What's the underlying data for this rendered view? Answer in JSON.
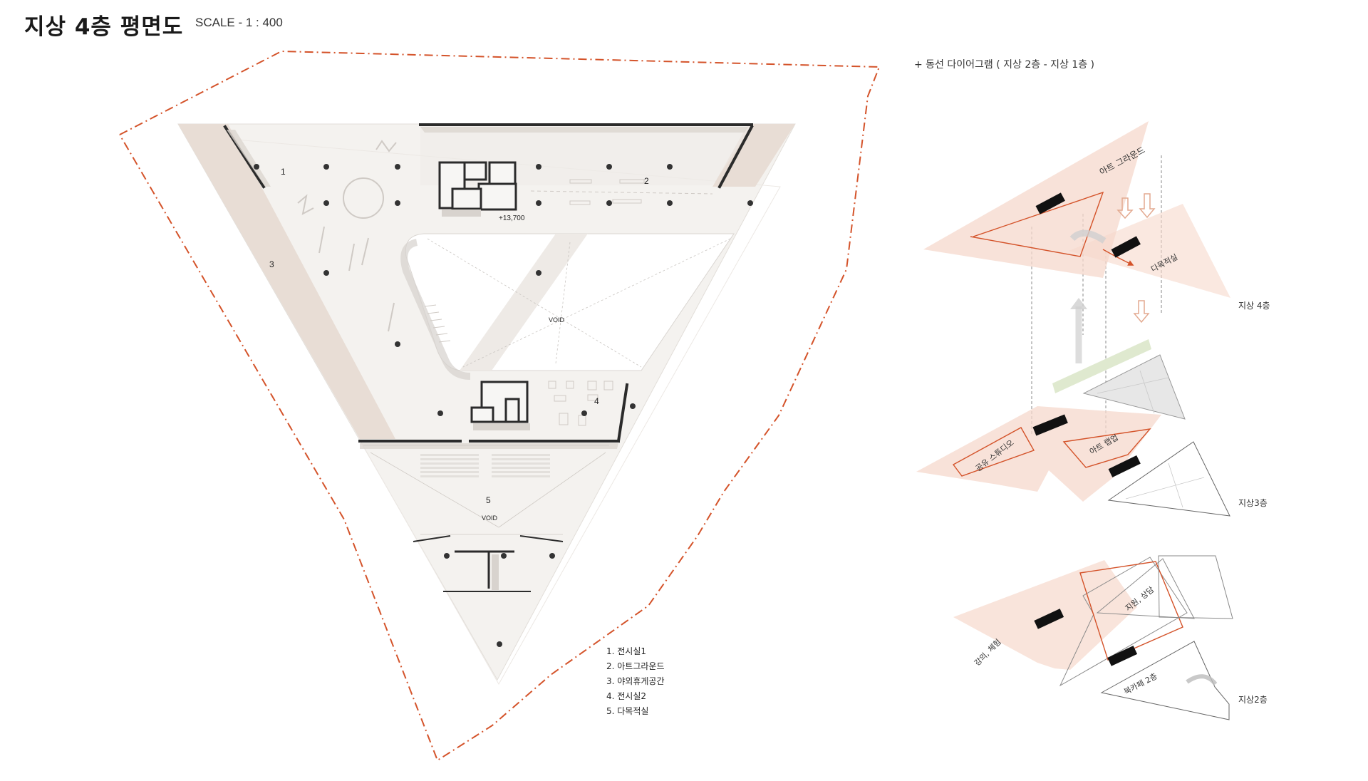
{
  "header": {
    "title": "지상 4층 평면도",
    "scale": "SCALE - 1 : 400"
  },
  "plan": {
    "room_numbers": [
      "1",
      "2",
      "3",
      "4",
      "5"
    ],
    "elevation": "+13,700",
    "void_labels": [
      "VOID",
      "VOID"
    ]
  },
  "legend": {
    "items": [
      "1. 전시실1",
      "2. 아트그라운드",
      "3. 야외휴게공간",
      "4. 전시실2",
      "5. 다목적실"
    ]
  },
  "diagram": {
    "title": "+ 동선 다이어그램 ( 지상 2층 - 지상 1층 )",
    "floor4": {
      "label": "지상 4층",
      "zones": [
        "아트 그라운드",
        "다목적실"
      ]
    },
    "floor3": {
      "label": "지상3층",
      "zones": [
        "공유 스튜디오",
        "아트 랩업"
      ]
    },
    "floor2": {
      "label": "지상2층",
      "zones": [
        "지원, 상담",
        "강의, 체험",
        "북카페 2층"
      ]
    }
  },
  "colors": {
    "site_boundary": "#d4532a",
    "zone_fill": "#f6d8cc",
    "flow_line": "#d4532a",
    "plan_wall": "#2b2b2b",
    "plan_floor": "#f3f1ee",
    "terrace": "#e9ddd5",
    "green_band": "#dfe9cf"
  }
}
